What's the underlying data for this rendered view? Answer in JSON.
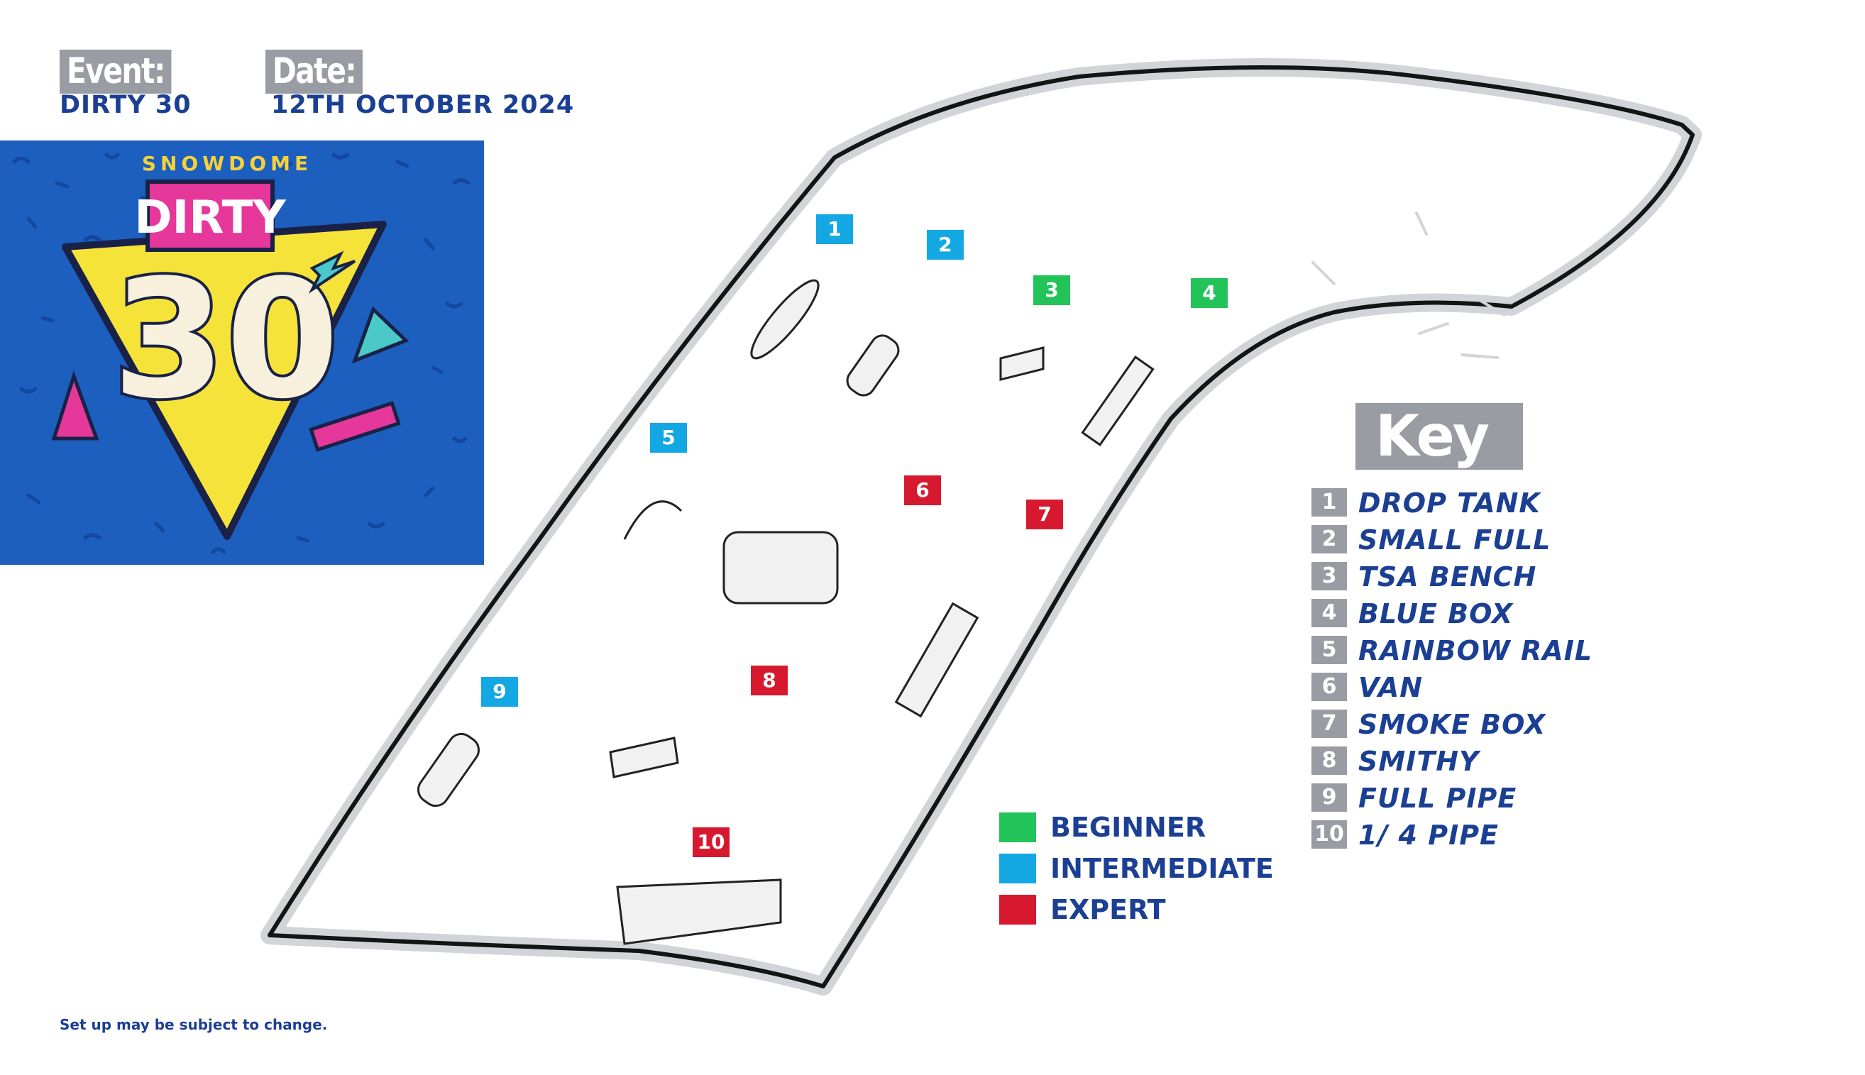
{
  "header": {
    "event_label": "Event:",
    "event_value": "DIRTY 30",
    "date_label": "Date:",
    "date_value": "12TH OCTOBER 2024"
  },
  "poster": {
    "brand": "SNOWDOME",
    "title": "DIRTY",
    "number": "30",
    "background_color": "#1d5fbf"
  },
  "colors": {
    "beginner": "#22c45a",
    "intermediate": "#13a7e3",
    "expert": "#d7192f",
    "key_grey": "#9a9ca3",
    "text_blue": "#1b3f93"
  },
  "map_badges": [
    {
      "num": "1",
      "level": "intermediate"
    },
    {
      "num": "2",
      "level": "intermediate"
    },
    {
      "num": "3",
      "level": "beginner"
    },
    {
      "num": "4",
      "level": "beginner"
    },
    {
      "num": "5",
      "level": "intermediate"
    },
    {
      "num": "6",
      "level": "expert"
    },
    {
      "num": "7",
      "level": "expert"
    },
    {
      "num": "8",
      "level": "expert"
    },
    {
      "num": "9",
      "level": "intermediate"
    },
    {
      "num": "10",
      "level": "expert"
    }
  ],
  "difficulty": [
    {
      "label": "BEGINNER",
      "color": "#22c45a"
    },
    {
      "label": "INTERMEDIATE",
      "color": "#13a7e3"
    },
    {
      "label": "EXPERT",
      "color": "#d7192f"
    }
  ],
  "key": {
    "title": "Key",
    "items": [
      {
        "num": "1",
        "label": "DROP TANK"
      },
      {
        "num": "2",
        "label": "SMALL FULL"
      },
      {
        "num": "3",
        "label": "TSA BENCH"
      },
      {
        "num": "4",
        "label": "BLUE BOX"
      },
      {
        "num": "5",
        "label": "RAINBOW RAIL"
      },
      {
        "num": "6",
        "label": "VAN"
      },
      {
        "num": "7",
        "label": "SMOKE BOX"
      },
      {
        "num": "8",
        "label": "SMITHY"
      },
      {
        "num": "9",
        "label": "FULL PIPE"
      },
      {
        "num": "10",
        "label": "1/ 4 PIPE"
      }
    ]
  },
  "disclaimer": "Set up may be subject to change."
}
